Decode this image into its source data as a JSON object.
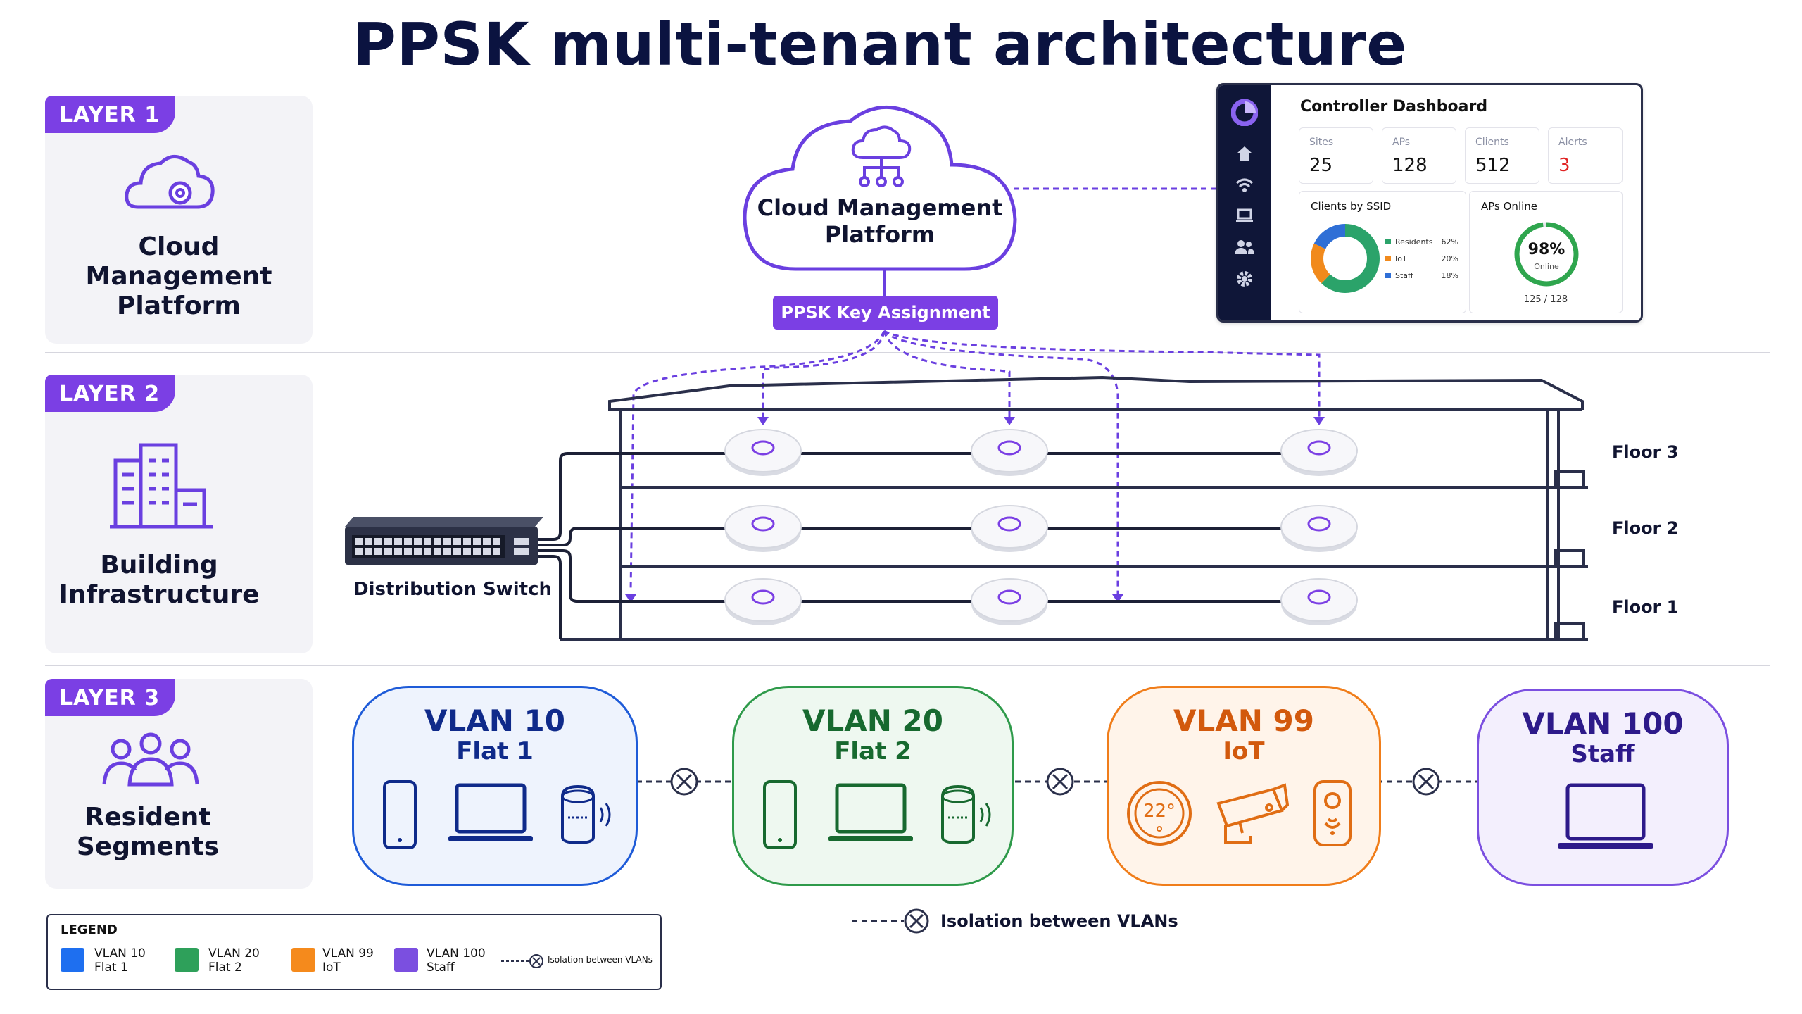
{
  "title": "PPSK multi-tenant architecture",
  "layers": [
    {
      "tag": "LAYER 1",
      "label_line1": "Cloud Management",
      "label_line2": "Platform",
      "icon": "cloud-gear-icon"
    },
    {
      "tag": "LAYER 2",
      "label_line1": "Building",
      "label_line2": "Infrastructure",
      "icon": "building-icon"
    },
    {
      "tag": "LAYER 3",
      "label_line1": "Resident",
      "label_line2": "Segments",
      "icon": "people-icon"
    }
  ],
  "cloud": {
    "line1": "Cloud Management",
    "line2": "Platform",
    "icon": "cloud-network-icon"
  },
  "ppsk_button": "PPSK Key Assignment",
  "dashboard": {
    "title": "Controller Dashboard",
    "nav_icons": [
      "logo-icon",
      "home-icon",
      "wifi-icon",
      "laptop-icon",
      "users-icon",
      "gear-icon"
    ],
    "stats": [
      {
        "label": "Sites",
        "value": "25"
      },
      {
        "label": "APs",
        "value": "128"
      },
      {
        "label": "Clients",
        "value": "512"
      },
      {
        "label": "Alerts",
        "value": "3"
      }
    ],
    "clients_by_ssid": {
      "title": "Clients by SSID",
      "items": [
        {
          "name": "Residents",
          "pct": "62%",
          "value": 62,
          "color": "#2ba36a"
        },
        {
          "name": "IoT",
          "pct": "20%",
          "value": 20,
          "color": "#f18a1c"
        },
        {
          "name": "Staff",
          "pct": "18%",
          "value": 18,
          "color": "#2f6fd6"
        }
      ]
    },
    "aps_online": {
      "title": "APs Online",
      "pct": "98%",
      "value": 98,
      "sub": "Online",
      "count": "125 / 128"
    }
  },
  "building": {
    "switch_label": "Distribution Switch",
    "floors": [
      "Floor 3",
      "Floor 2",
      "Floor 1"
    ]
  },
  "vlans": [
    {
      "title": "VLAN 10",
      "sub": "Flat 1",
      "color": "#1e5bd8",
      "text_color": "#0f2a8a",
      "bg": "#eef3fd",
      "devices": [
        "phone-icon",
        "laptop-icon",
        "smart-speaker-icon"
      ]
    },
    {
      "title": "VLAN 20",
      "sub": "Flat 2",
      "color": "#2e9a4a",
      "text_color": "#17692f",
      "bg": "#eef8f0",
      "devices": [
        "phone-icon",
        "laptop-icon",
        "smart-speaker-icon"
      ]
    },
    {
      "title": "VLAN 99",
      "sub": "IoT",
      "color": "#f07d1a",
      "text_color": "#d2590d",
      "bg": "#fff4ea",
      "thermostat": "22°",
      "devices": [
        "thermostat-icon",
        "camera-icon",
        "doorbell-icon"
      ]
    },
    {
      "title": "VLAN 100",
      "sub": "Staff",
      "color": "#7b4fe0",
      "text_color": "#2d1a8a",
      "bg": "#f3effd",
      "devices": [
        "laptop-icon"
      ]
    }
  ],
  "isolation_label": "Isolation between VLANs",
  "legend": {
    "title": "LEGEND",
    "items": [
      {
        "line1": "VLAN 10",
        "line2": "Flat 1",
        "color": "#1e6ff0"
      },
      {
        "line1": "VLAN 20",
        "line2": "Flat 2",
        "color": "#2ea05a"
      },
      {
        "line1": "VLAN 99",
        "line2": "IoT",
        "color": "#f58a1c"
      },
      {
        "line1": "VLAN 100",
        "line2": "Staff",
        "color": "#7b4fe0"
      }
    ],
    "isolation": "Isolation between VLANs"
  }
}
